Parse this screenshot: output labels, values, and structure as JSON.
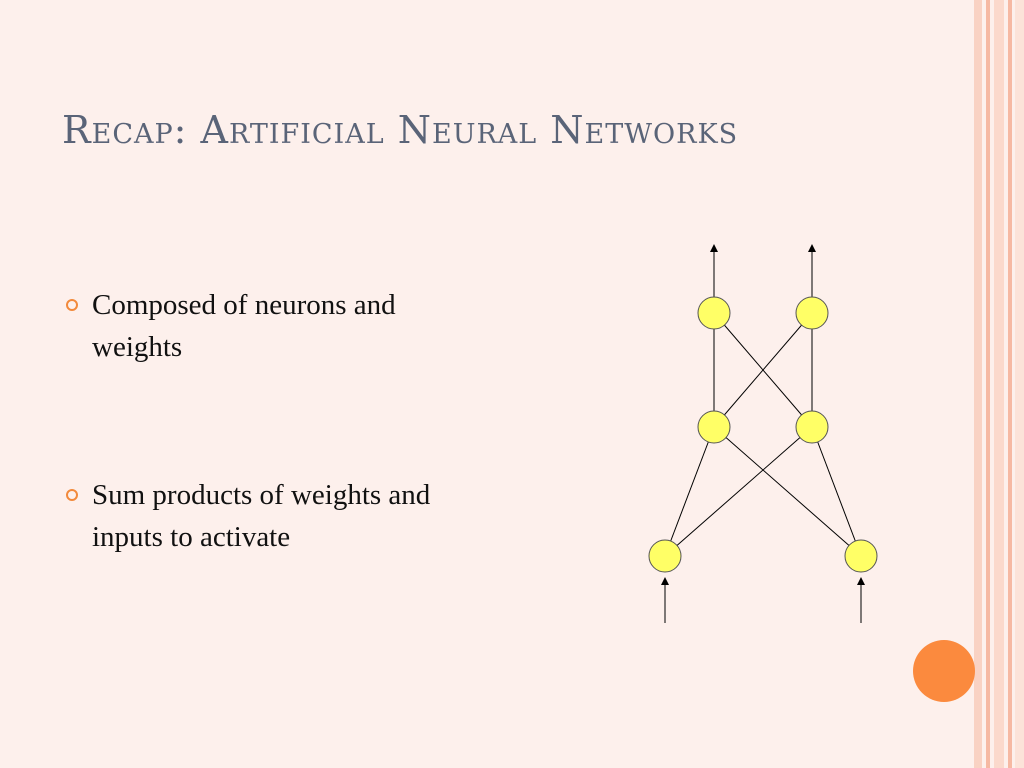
{
  "slide": {
    "title": "Recap: Artificial Neural Networks",
    "bullets": [
      {
        "line1": "Composed of neurons and",
        "line2": "weights"
      },
      {
        "line1": "Sum products of weights and",
        "line2": "inputs to activate"
      }
    ]
  },
  "colors": {
    "background": "#fdf0ec",
    "title": "#5a6478",
    "accent": "#f28a3c",
    "neuron_fill": "#ffff66",
    "stripe": "#f6c1ad"
  },
  "diagram": {
    "layers": [
      {
        "name": "input",
        "neurons": 2
      },
      {
        "name": "hidden",
        "neurons": 2
      },
      {
        "name": "output",
        "neurons": 2
      }
    ],
    "connections": "fully-connected"
  }
}
